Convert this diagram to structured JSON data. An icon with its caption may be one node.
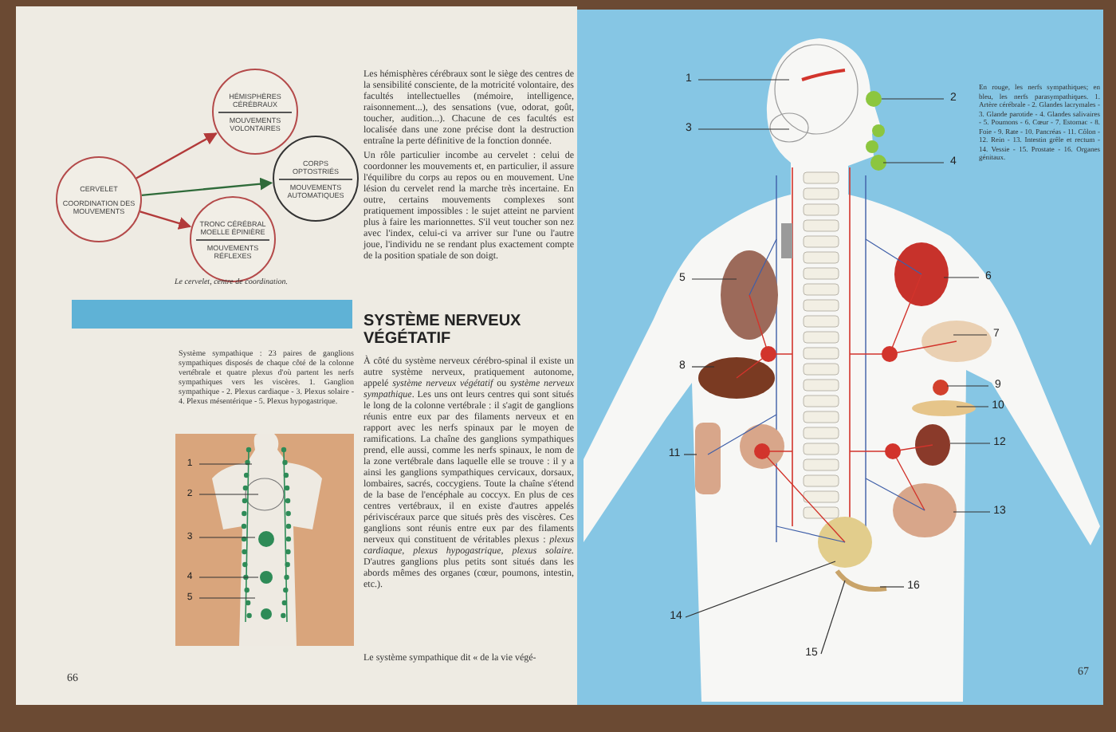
{
  "diagram": {
    "nodes": [
      {
        "text": [
          "CERVELET",
          "COORDINATION DES MOUVEMENTS"
        ]
      },
      {
        "text": [
          "HÉMISPHÈRES CÉRÉBRAUX",
          "MOUVEMENTS VOLONTAIRES"
        ]
      },
      {
        "text": [
          "CORPS OPTOSTRIÉS",
          "MOUVEMENTS AUTOMATIQUES"
        ]
      },
      {
        "text": [
          "TRONC CÉRÉBRAL MOELLE ÉPINIÈRE",
          "MOUVEMENTS RÉFLEXES"
        ]
      },
      {
        "text": [
          "1"
        ]
      },
      {
        "text": [
          "2"
        ]
      },
      {
        "text": [
          "3"
        ]
      },
      {
        "text": [
          "4"
        ]
      },
      {
        "text": [
          "5"
        ]
      },
      {
        "text": [
          "1"
        ]
      },
      {
        "text": [
          "2"
        ]
      },
      {
        "text": [
          "3"
        ]
      },
      {
        "text": [
          "4"
        ]
      },
      {
        "text": [
          "5"
        ]
      },
      {
        "text": [
          "6"
        ]
      },
      {
        "text": [
          "7"
        ]
      },
      {
        "text": [
          "8"
        ]
      },
      {
        "text": [
          "9"
        ]
      },
      {
        "text": [
          "10"
        ]
      },
      {
        "text": [
          "11"
        ]
      },
      {
        "text": [
          "12"
        ]
      },
      {
        "text": [
          "13"
        ]
      },
      {
        "text": [
          "14"
        ]
      },
      {
        "text": [
          "15"
        ]
      },
      {
        "text": [
          "16"
        ]
      },
      {
        "text": [],
        "shape": "bar"
      }
    ],
    "edges": [
      {
        "from": 0,
        "to": 1,
        "arrow": "to",
        "color": "#b23a3a"
      },
      {
        "from": 0,
        "to": 2,
        "arrow": "to",
        "color": "#2f6b3a"
      },
      {
        "from": 0,
        "to": 3,
        "arrow": "to",
        "color": "#b23a3a"
      },
      {
        "from": 4,
        "to": null,
        "arrow": "none"
      },
      {
        "from": 5,
        "to": null,
        "arrow": "none"
      },
      {
        "from": 6,
        "to": null,
        "arrow": "none"
      },
      {
        "from": 7,
        "to": null,
        "arrow": "none"
      },
      {
        "from": 8,
        "to": null,
        "arrow": "none"
      },
      {
        "from": 9,
        "to": null,
        "arrow": "none"
      },
      {
        "from": 10,
        "to": null,
        "arrow": "none"
      },
      {
        "from": 11,
        "to": null,
        "arrow": "none"
      },
      {
        "from": 12,
        "to": null,
        "arrow": "none"
      },
      {
        "from": 13,
        "to": null,
        "arrow": "none"
      },
      {
        "from": 14,
        "to": null,
        "arrow": "none"
      },
      {
        "from": 15,
        "to": null,
        "arrow": "none"
      },
      {
        "from": 16,
        "to": null,
        "arrow": "none"
      },
      {
        "from": 17,
        "to": null,
        "arrow": "none"
      },
      {
        "from": 18,
        "to": null,
        "arrow": "none"
      },
      {
        "from": 19,
        "to": null,
        "arrow": "none"
      },
      {
        "from": 20,
        "to": null,
        "arrow": "none"
      },
      {
        "from": 21,
        "to": null,
        "arrow": "none"
      },
      {
        "from": 22,
        "to": null,
        "arrow": "none"
      },
      {
        "from": 23,
        "to": null,
        "arrow": "none"
      },
      {
        "from": 24,
        "to": null,
        "arrow": "none"
      }
    ],
    "labels": [
      "Le cervelet, centre de coordination.",
      "Les hémisphères cérébraux sont le siège des centres de la sensibilité consciente, de la motricité volontaire, des facultés intellectuelles (mémoire, intelligence, raisonnement...), des sensations (vue, odorat, goût, toucher, audition...). Chacune de ces facultés est localisée dans une zone précise dont la destruction entraîne la perte définitive de la fonction donnée.",
      "Un rôle particulier incombe au cervelet : celui de coordonner les mouvements et, en particulier, il assure l'équilibre du corps au repos ou en mouvement. Une lésion du cervelet rend la marche très incertaine. En outre, certains mouvements complexes sont pratiquement impossibles : le sujet atteint ne parvient plus à faire les marionnettes. S'il veut toucher son nez avec l'index, celui-ci va arriver sur l'une ou l'autre joue, l'individu ne se rendant plus exactement compte de la position spatiale de son doigt.",
      "SYSTÈME NERVEUX VÉGÉTATIF",
      "Système sympathique : 23 paires de ganglions sympathiques disposés de chaque côté de la colonne vertébrale et quatre plexus d'où partent les nerfs sympathiques vers les viscères. 1. Ganglion sympathique - 2. Plexus cardiaque - 3. Plexus solaire - 4. Plexus mésentérique - 5. Plexus hypogastrique.",
      "À côté du système nerveux cérébro-spinal il existe un autre système nerveux, pratiquement autonome, appelé *système nerveux végétatif* ou *système nerveux sympathique*. Les uns ont leurs centres qui sont situés le long de la colonne vertébrale : il s'agit de ganglions réunis entre eux par des filaments nerveux et en rapport avec les nerfs spinaux par le moyen de ramifications. La chaîne des ganglions sympathiques prend, elle aussi, comme les nerfs spinaux, le nom de la zone vertébrale dans laquelle elle se trouve : il y a ainsi les ganglions sympathiques cervicaux, dorsaux, lombaires, sacrés, coccygiens. Toute la chaîne s'étend de la base de l'encéphale au coccyx. En plus de ces centres vertébraux, il en existe d'autres appelés périviscéraux parce que situés près des viscères. Ces ganglions sont réunis entre eux par des filaments nerveux qui constituent de véritables plexus : *plexus cardiaque, plexus hypogastrique, plexus solaire.* D'autres ganglions plus petits sont situés dans les abords mêmes des organes (cœur, poumons, intestin, etc.).",
      "Le système sympathique dit « de la vie végé-",
      "66",
      "En rouge, les nerfs sympathiques; en bleu, les nerfs parasympathiques. 1. Artère cérébrale - 2. Glandes lacrymales - 3. Glande parotide - 4. Glandes salivaires - 5. Poumons - 6. Cœur - 7. Estomac - 8. Foie - 9. Rate - 10. Pancréas - 11. Côlon - 12. Rein - 13. Intestin grêle et rectum - 14. Vessie - 15. Prostate - 16. Organes génitaux.",
      "67"
    ]
  }
}
